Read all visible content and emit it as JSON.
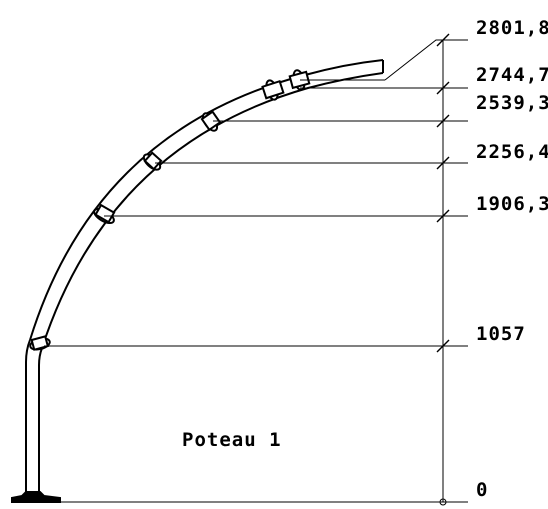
{
  "part_label": "Poteau 1",
  "dimensions": [
    {
      "value": "2801,8"
    },
    {
      "value": "2744,7"
    },
    {
      "value": "2539,3"
    },
    {
      "value": "2256,4"
    },
    {
      "value": "1906,3"
    },
    {
      "value": "1057"
    },
    {
      "value": "0"
    }
  ],
  "colors": {
    "line": "#000000",
    "background": "#ffffff"
  }
}
